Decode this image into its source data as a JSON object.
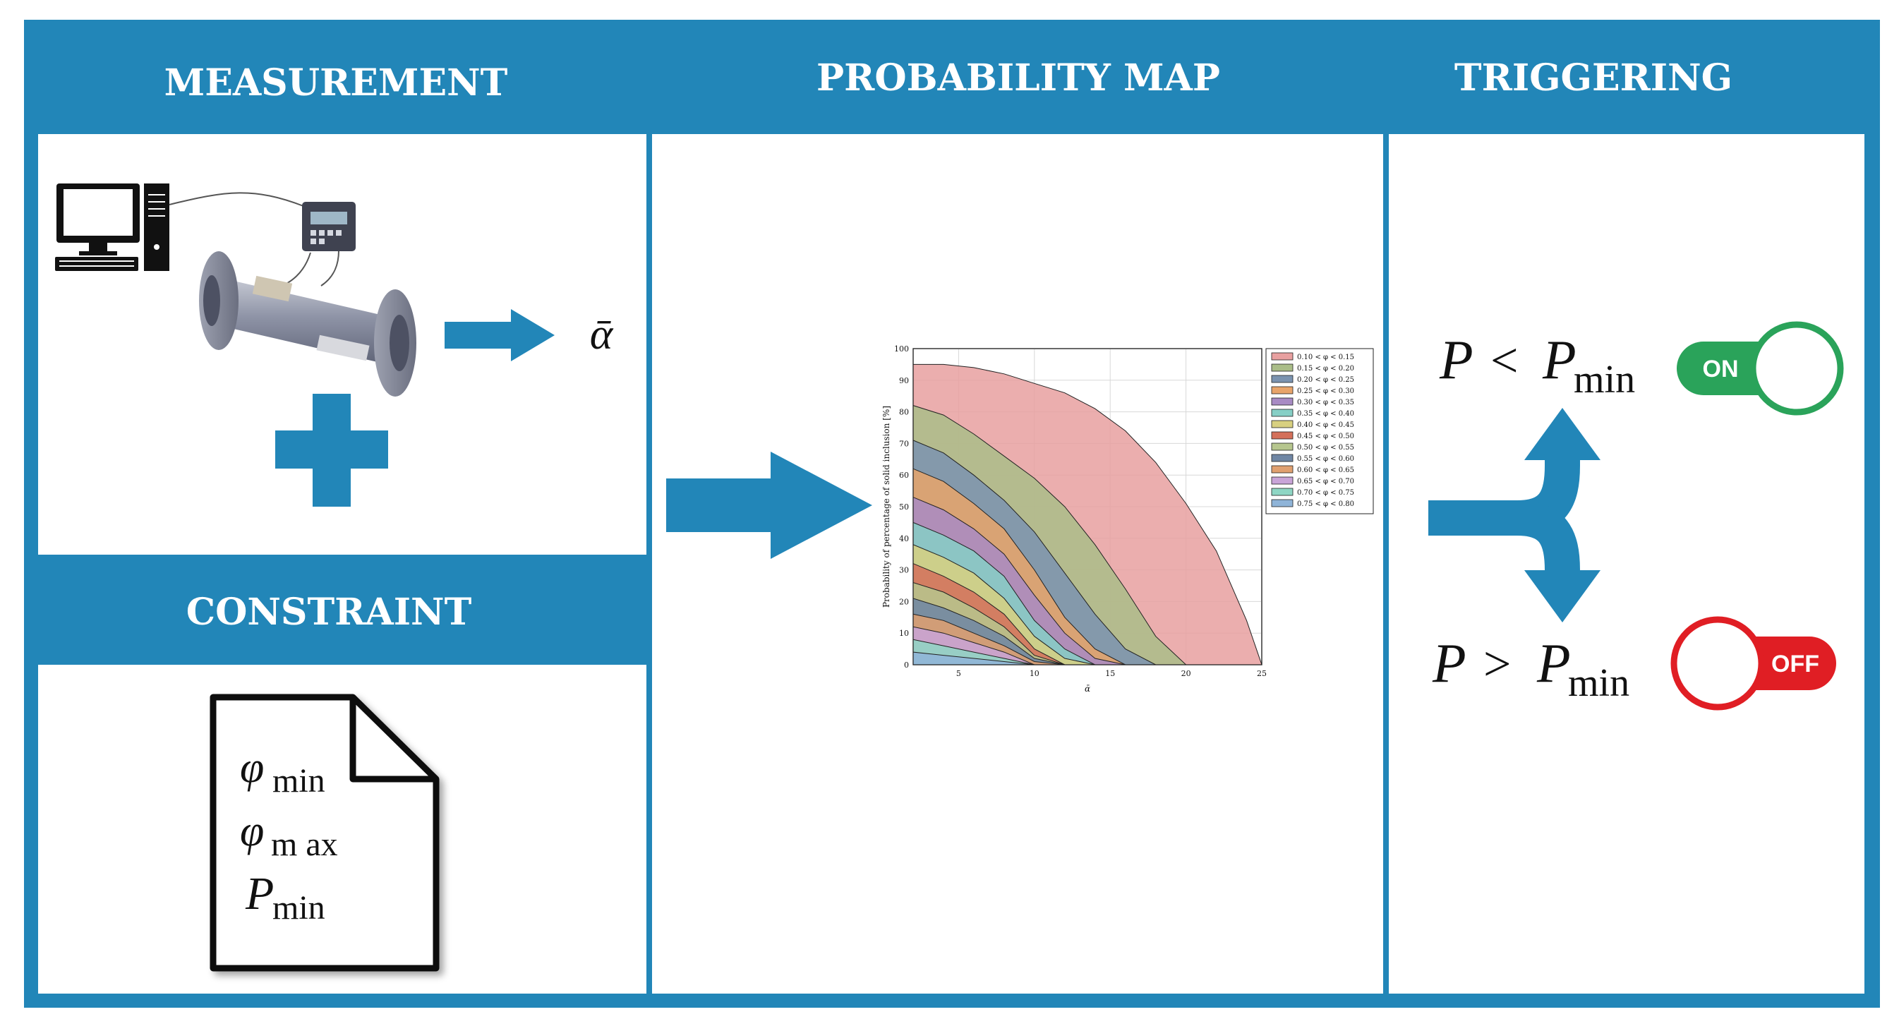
{
  "headers": {
    "measurement": "MEASUREMENT",
    "probability_map": "PROBABILITY MAP",
    "triggering": "TRIGGERING",
    "constraint": "CONSTRAINT"
  },
  "measurement": {
    "output_symbol": "ᾱ"
  },
  "constraint_doc": {
    "lines": [
      {
        "base": "φ",
        "sub": "min"
      },
      {
        "base": "φ",
        "sub": "m ax"
      },
      {
        "base": "P",
        "sub": "min"
      }
    ]
  },
  "triggering": {
    "on_condition": {
      "lhs": "P",
      "op": "<",
      "rhs": "P",
      "sub": "min"
    },
    "off_condition": {
      "lhs": "P",
      "op": ">",
      "rhs": "P",
      "sub": "min"
    },
    "on_label": "ON",
    "off_label": "OFF"
  },
  "colors": {
    "frame_blue": "#2286b8",
    "on_green": "#2aa35a",
    "off_red": "#e01e24"
  },
  "icons": [
    "computer-icon",
    "data-logger-icon",
    "pipe-sensor-icon",
    "plus-icon",
    "document-icon",
    "arrow-right-icon",
    "fork-arrow-icon",
    "toggle-on-icon",
    "toggle-off-icon"
  ],
  "chart_data": {
    "type": "area",
    "title": "",
    "xlabel": "ᾱ",
    "ylabel": "Probability of percentage of solid inclusion [%]",
    "xlim": [
      2,
      25
    ],
    "ylim": [
      0,
      100
    ],
    "xticks": [
      "5",
      "10",
      "15",
      "20",
      "25"
    ],
    "yticks": [
      "0",
      "10",
      "20",
      "30",
      "40",
      "50",
      "60",
      "70",
      "80",
      "90",
      "100"
    ],
    "grid": true,
    "legend_position": "right",
    "x": [
      2,
      4,
      6,
      8,
      10,
      12,
      14,
      16,
      18,
      20,
      22,
      24,
      25
    ],
    "series": [
      {
        "name": "0.10 < φ < 0.15",
        "color": "#e8a0a0",
        "values": [
          95,
          95,
          94,
          92,
          89,
          86,
          81,
          74,
          64,
          51,
          36,
          14,
          0
        ]
      },
      {
        "name": "0.15 < φ < 0.20",
        "color": "#aabd88",
        "values": [
          82,
          79,
          73,
          66,
          59,
          50,
          38,
          24,
          9,
          0,
          0,
          0,
          0
        ]
      },
      {
        "name": "0.20 < φ < 0.25",
        "color": "#7b93b0",
        "values": [
          71,
          67,
          60,
          52,
          42,
          29,
          16,
          5,
          0,
          0,
          0,
          0,
          0
        ]
      },
      {
        "name": "0.25 < φ < 0.30",
        "color": "#e8a46a",
        "values": [
          62,
          58,
          51,
          43,
          30,
          15,
          5,
          0,
          0,
          0,
          0,
          0,
          0
        ]
      },
      {
        "name": "0.30 < φ < 0.35",
        "color": "#a88bc4",
        "values": [
          53,
          49,
          43,
          35,
          22,
          10,
          2,
          0,
          0,
          0,
          0,
          0,
          0
        ]
      },
      {
        "name": "0.35 < φ < 0.40",
        "color": "#86cfc6",
        "values": [
          45,
          41,
          36,
          28,
          14,
          5,
          0,
          0,
          0,
          0,
          0,
          0,
          0
        ]
      },
      {
        "name": "0.40 < φ < 0.45",
        "color": "#d8d080",
        "values": [
          38,
          34,
          29,
          21,
          9,
          2,
          0,
          0,
          0,
          0,
          0,
          0,
          0
        ]
      },
      {
        "name": "0.45 < φ < 0.50",
        "color": "#d4705a",
        "values": [
          32,
          28,
          23,
          16,
          5,
          0,
          0,
          0,
          0,
          0,
          0,
          0,
          0
        ]
      },
      {
        "name": "0.50 < φ < 0.55",
        "color": "#b6c68e",
        "values": [
          26,
          23,
          18,
          12,
          3,
          0,
          0,
          0,
          0,
          0,
          0,
          0,
          0
        ]
      },
      {
        "name": "0.55 < φ < 0.60",
        "color": "#6f86a4",
        "values": [
          21,
          18,
          14,
          9,
          2,
          0,
          0,
          0,
          0,
          0,
          0,
          0,
          0
        ]
      },
      {
        "name": "0.60 < φ < 0.65",
        "color": "#e0a070",
        "values": [
          16,
          14,
          10,
          6,
          1,
          0,
          0,
          0,
          0,
          0,
          0,
          0,
          0
        ]
      },
      {
        "name": "0.65 < φ < 0.70",
        "color": "#c9a4d8",
        "values": [
          12,
          10,
          7,
          4,
          0,
          0,
          0,
          0,
          0,
          0,
          0,
          0,
          0
        ]
      },
      {
        "name": "0.70 < φ < 0.75",
        "color": "#8fd6c4",
        "values": [
          8,
          6,
          4,
          2,
          0,
          0,
          0,
          0,
          0,
          0,
          0,
          0,
          0
        ]
      },
      {
        "name": "0.75 < φ < 0.80",
        "color": "#8fb4d8",
        "values": [
          4,
          3,
          2,
          1,
          0,
          0,
          0,
          0,
          0,
          0,
          0,
          0,
          0
        ]
      }
    ]
  }
}
